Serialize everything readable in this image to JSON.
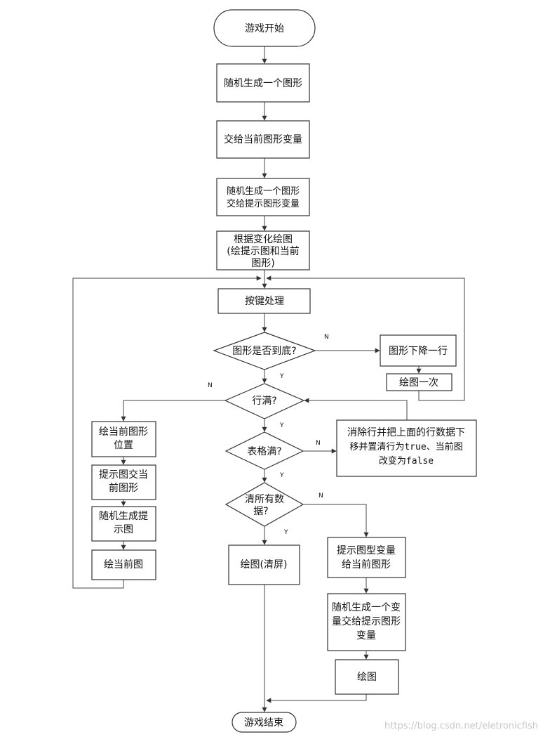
{
  "nodes": {
    "start": "游戏开始",
    "gen_shape": "随机生成一个图形",
    "to_current": "交给当前图形变量",
    "gen_hint_1": "随机生成一个图形",
    "gen_hint_2": "交给提示图形变量",
    "draw_1": "根据变化绘图",
    "draw_2": "(绘提示图和当前",
    "draw_3": "图形)",
    "key": "按键处理",
    "bottom_q": "图形是否到底?",
    "drop": "图形下降一行",
    "draw_once": "绘图一次",
    "row_full": "行满?",
    "table_full": "表格满?",
    "clear_1": "消除行并把上面的行数据下",
    "clear_2": "移并置清行为true、当前图",
    "clear_3": "改变为false",
    "clear_all_1": "清所有数",
    "clear_all_2": "据?",
    "paint_pos_1": "绘当前图形",
    "paint_pos_2": "位置",
    "hint_cur_1": "提示图交当",
    "hint_cur_2": "前图形",
    "gen_hint_b_1": "随机生成提",
    "gen_hint_b_2": "示图",
    "paint_cur": "绘当前图",
    "draw_clear": "绘图(清屏)",
    "hint_type_1": "提示图型变量",
    "hint_type_2": "给当前图形",
    "gen_var_1": "随机生成一个变",
    "gen_var_2": "量交给提示图形",
    "gen_var_3": "变量",
    "draw_final": "绘图",
    "end": "游戏结束"
  },
  "labels": {
    "n_bottom": "N",
    "y_bottom": "Y",
    "n_row": "N",
    "y_row": "Y",
    "n_table": "N",
    "y_table": "Y",
    "n_clear": "N",
    "y_clear": "Y"
  },
  "watermark": "https://blog.csdn.net/eletronicfish"
}
